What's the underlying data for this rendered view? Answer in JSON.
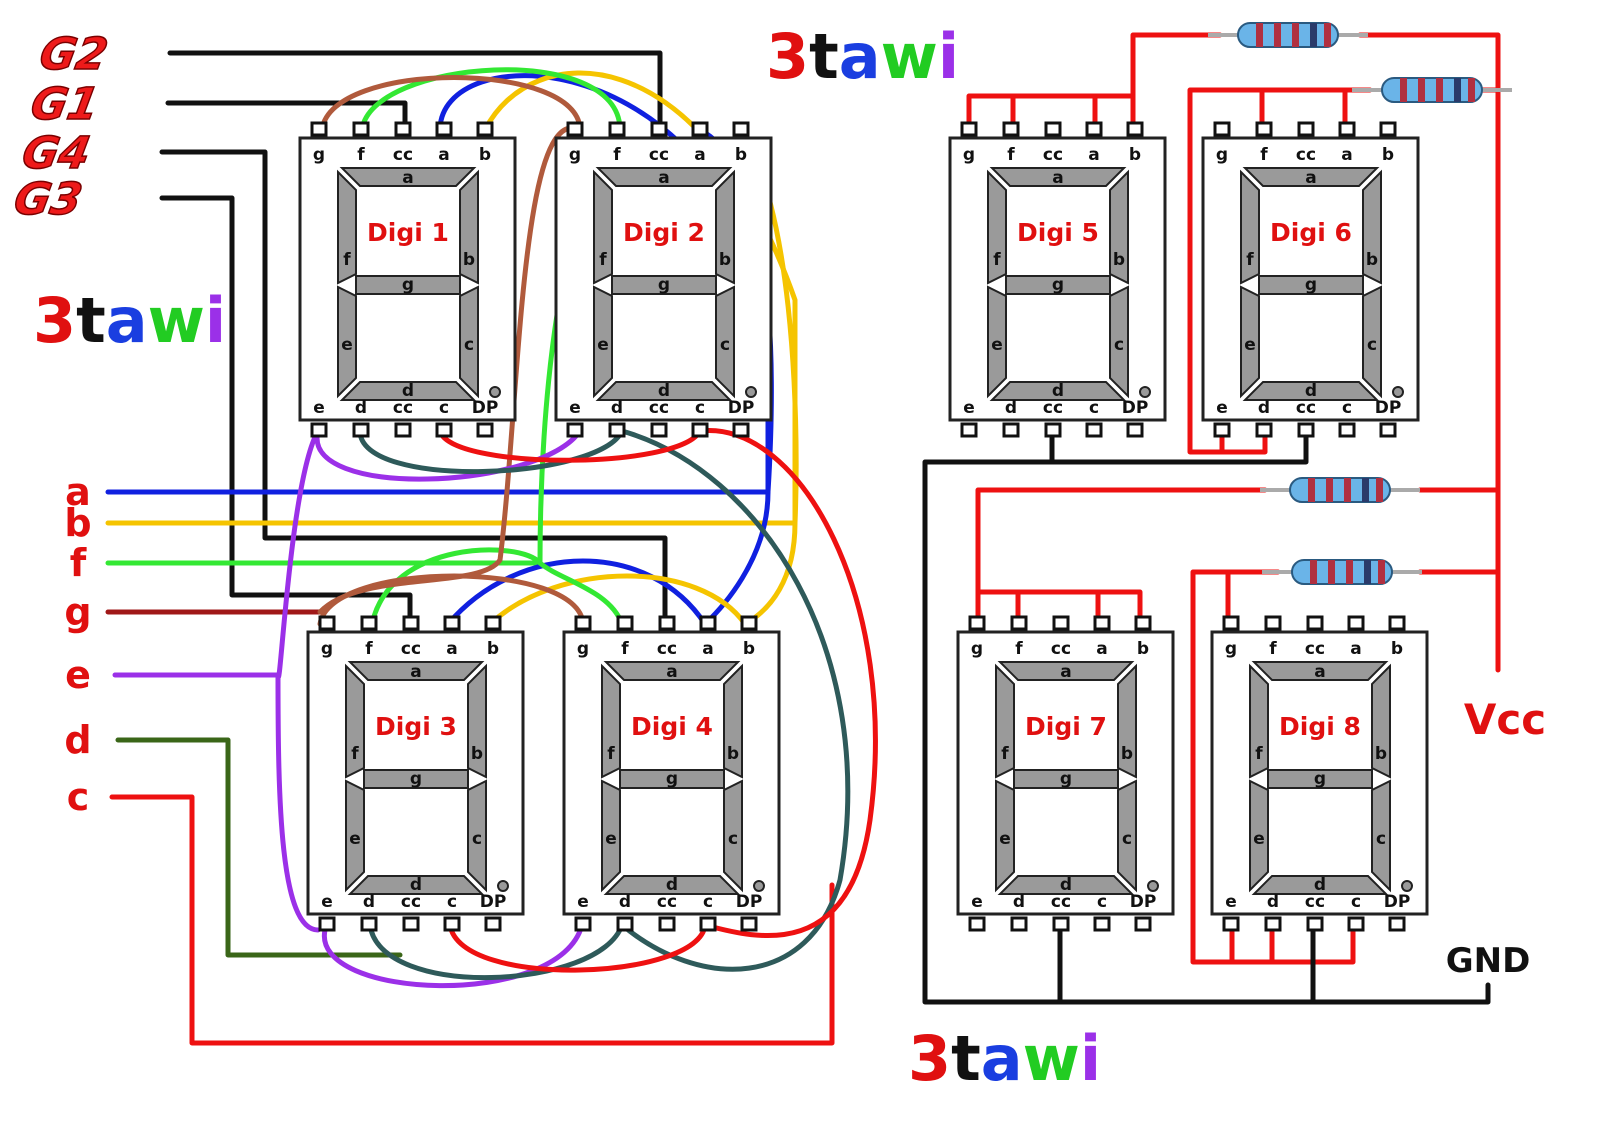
{
  "brand": {
    "parts": [
      {
        "text": "3",
        "color": "#e01010"
      },
      {
        "text": "t",
        "color": "#111111"
      },
      {
        "text": "a",
        "color": "#1a3ee0"
      },
      {
        "text": "w",
        "color": "#22cc22"
      },
      {
        "text": "i",
        "color": "#9b30e8"
      }
    ]
  },
  "ground_labels": [
    "G2",
    "G1",
    "G4",
    "G3"
  ],
  "bus_labels": [
    "a",
    "b",
    "f",
    "g",
    "e",
    "d",
    "c"
  ],
  "power": {
    "vcc": "Vcc",
    "gnd": "GND"
  },
  "digits": [
    {
      "name": "Digi 1"
    },
    {
      "name": "Digi 2"
    },
    {
      "name": "Digi 3"
    },
    {
      "name": "Digi 4"
    },
    {
      "name": "Digi 5"
    },
    {
      "name": "Digi 6"
    },
    {
      "name": "Digi 7"
    },
    {
      "name": "Digi 8"
    }
  ],
  "top_pins": [
    "g",
    "f",
    "cc",
    "a",
    "b"
  ],
  "bottom_pins": [
    "e",
    "d",
    "cc",
    "c",
    "DP"
  ],
  "segment_labels": {
    "a": "a",
    "b": "b",
    "c": "c",
    "d": "d",
    "e": "e",
    "f": "f",
    "g": "g"
  },
  "colors": {
    "a": "#1020e0",
    "b": "#f5c400",
    "f": "#33e833",
    "g": "#b05a3c",
    "e": "#9b30e8",
    "d": "#2e5a5a",
    "c": "#ee1111",
    "ground": "#111111",
    "vcc": "#ee1111",
    "d_bus": "#3a6618",
    "g_bus": "#a01818"
  }
}
